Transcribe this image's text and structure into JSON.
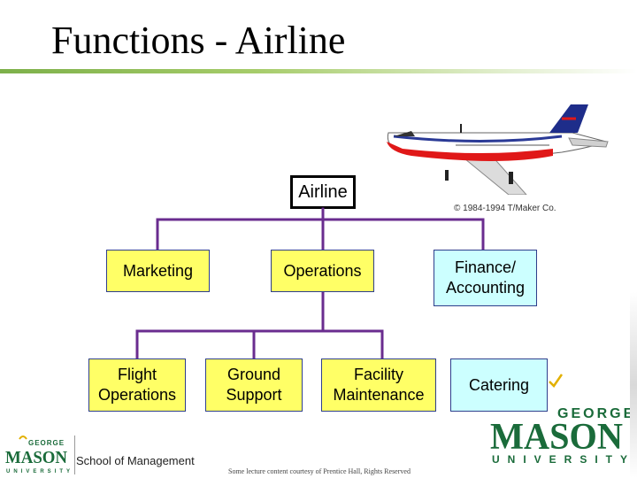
{
  "slide": {
    "title": "Functions - Airline",
    "copyright": "© 1984-1994 T/Maker Co.",
    "credit": "Some lecture content courtesy of Prentice Hall, Rights Reserved",
    "school": "School of Management"
  },
  "org_chart": {
    "root": "Airline",
    "level1": [
      "Marketing",
      "Operations",
      "Finance/\nAccounting"
    ],
    "level2": [
      "Flight\nOperations",
      "Ground\nSupport",
      "Facility\nMaintenance",
      "Catering"
    ]
  },
  "logos": {
    "george": "GEORGE",
    "mason": "MASON",
    "university": "UNIVERSITY"
  },
  "colors": {
    "connector": "#6a2c8f",
    "node_yellow": "#ffff66",
    "node_cyan": "#ccffff",
    "node_border": "#2e3e8c",
    "gmu_green": "#1a6b3a",
    "gmu_gold": "#e2b000",
    "title_rule": "#7db04a"
  },
  "icons": {
    "airplane": "airplane-clipart-icon",
    "checkmark": "gold-checkmark-icon"
  }
}
